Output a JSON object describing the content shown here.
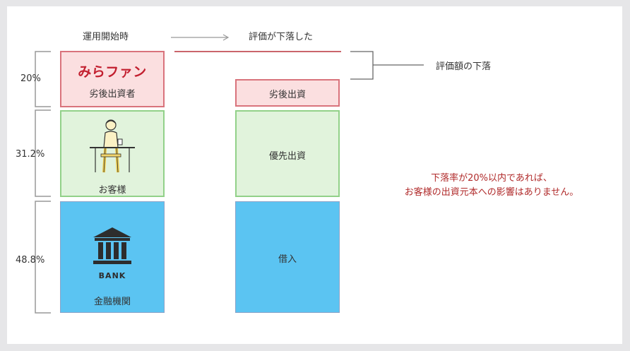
{
  "header": {
    "left_label": "運用開始時",
    "right_label": "評価が下落した"
  },
  "brackets": {
    "pct_top": "20%",
    "pct_middle": "31.2%",
    "pct_bottom": "48.8%"
  },
  "left_column": {
    "top": {
      "brand": "みらファン",
      "label": "劣後出資者"
    },
    "middle": {
      "label": "お客様"
    },
    "bottom": {
      "bank_text": "BANK",
      "label": "金融機関"
    }
  },
  "right_column": {
    "top": {
      "label": "劣後出資"
    },
    "middle": {
      "label": "優先出資"
    },
    "bottom": {
      "label": "借入"
    }
  },
  "annotation": {
    "decline_label": "評価額の下落",
    "note_line1": "下落率が20%以内であれば、",
    "note_line2": "お客様の出資元本への影響はありません。"
  },
  "colors": {
    "brand_red": "#c21f2f",
    "pink_fill": "#fbdfe0",
    "green_fill": "#e1f3dc",
    "blue_fill": "#5bc4f2",
    "note_red": "#b02a2a"
  }
}
